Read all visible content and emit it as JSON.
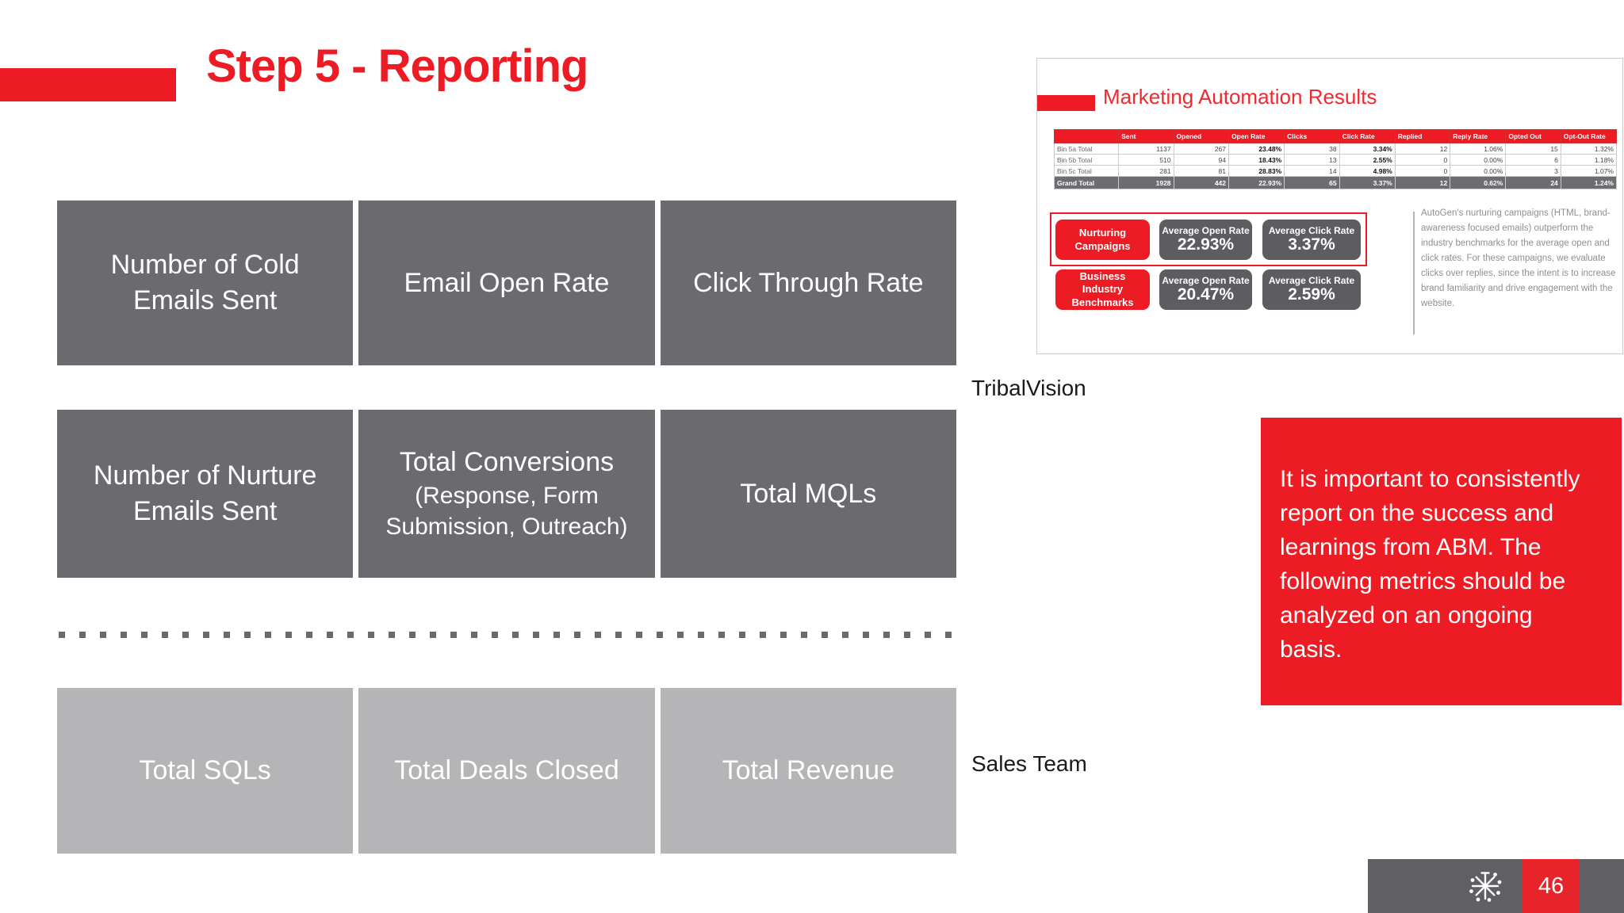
{
  "title": "Step 5 - Reporting",
  "page_number": "46",
  "labels": {
    "marketing_attribution": "TribalVision",
    "sales_attribution": "Sales Team"
  },
  "metric_rows": [
    {
      "cells": [
        {
          "main": "Number of Cold Emails Sent",
          "sub": ""
        },
        {
          "main": "Email Open Rate",
          "sub": ""
        },
        {
          "main": "Click Through Rate",
          "sub": ""
        }
      ]
    },
    {
      "cells": [
        {
          "main": "Number of Nurture Emails Sent",
          "sub": ""
        },
        {
          "main": "Total Conversions",
          "sub": "(Response, Form Submission, Outreach)"
        },
        {
          "main": "Total MQLs",
          "sub": ""
        }
      ]
    },
    {
      "cells": [
        {
          "main": "Total SQLs",
          "sub": ""
        },
        {
          "main": "Total Deals Closed",
          "sub": ""
        },
        {
          "main": "Total Revenue",
          "sub": ""
        }
      ]
    }
  ],
  "panel": {
    "title": "Marketing Automation Results",
    "table": {
      "columns": [
        "",
        "Sent",
        "Opened",
        "Open Rate",
        "Clicks",
        "Click Rate",
        "Replied",
        "Reply Rate",
        "Opted Out",
        "Opt-Out Rate"
      ],
      "rows": [
        [
          "Bin 5a Total",
          "1137",
          "267",
          "23.48%",
          "38",
          "3.34%",
          "12",
          "1.06%",
          "15",
          "1.32%"
        ],
        [
          "Bin 5b Total",
          "510",
          "94",
          "18.43%",
          "13",
          "2.55%",
          "0",
          "0.00%",
          "6",
          "1.18%"
        ],
        [
          "Bin 5c Total",
          "281",
          "81",
          "28.83%",
          "14",
          "4.98%",
          "0",
          "0.00%",
          "3",
          "1.07%"
        ],
        [
          "Grand Total",
          "1928",
          "442",
          "22.93%",
          "65",
          "3.37%",
          "12",
          "0.62%",
          "24",
          "1.24%"
        ]
      ]
    },
    "badge_rows": [
      {
        "label": "Nurturing Campaigns",
        "open_rate_label": "Average Open Rate",
        "open_rate": "22.93%",
        "click_rate_label": "Average Click Rate",
        "click_rate": "3.37%"
      },
      {
        "label": "Business Industry Benchmarks",
        "open_rate_label": "Average Open Rate",
        "open_rate": "20.47%",
        "click_rate_label": "Average Click Rate",
        "click_rate": "2.59%"
      }
    ],
    "note": "AutoGen's nurturing campaigns (HTML, brand-awareness focused emails) outperform the industry benchmarks for the average open and click rates. For these campaigns, we evaluate clicks over replies, since the intent is to increase brand familiarity and drive engagement with the website."
  },
  "callout_text": "It is important to consistently report on the success and learnings from ABM. The following metrics should be analyzed on an ongoing basis.",
  "colors": {
    "accent_red": "#ED1C24",
    "box_dark_gray": "#6B6A6E",
    "box_light_gray": "#B5B4B6",
    "badge_gray": "#5D5C60",
    "grand_total_gray": "#6D6C70",
    "bottom_bar_gray": "#605F64"
  }
}
